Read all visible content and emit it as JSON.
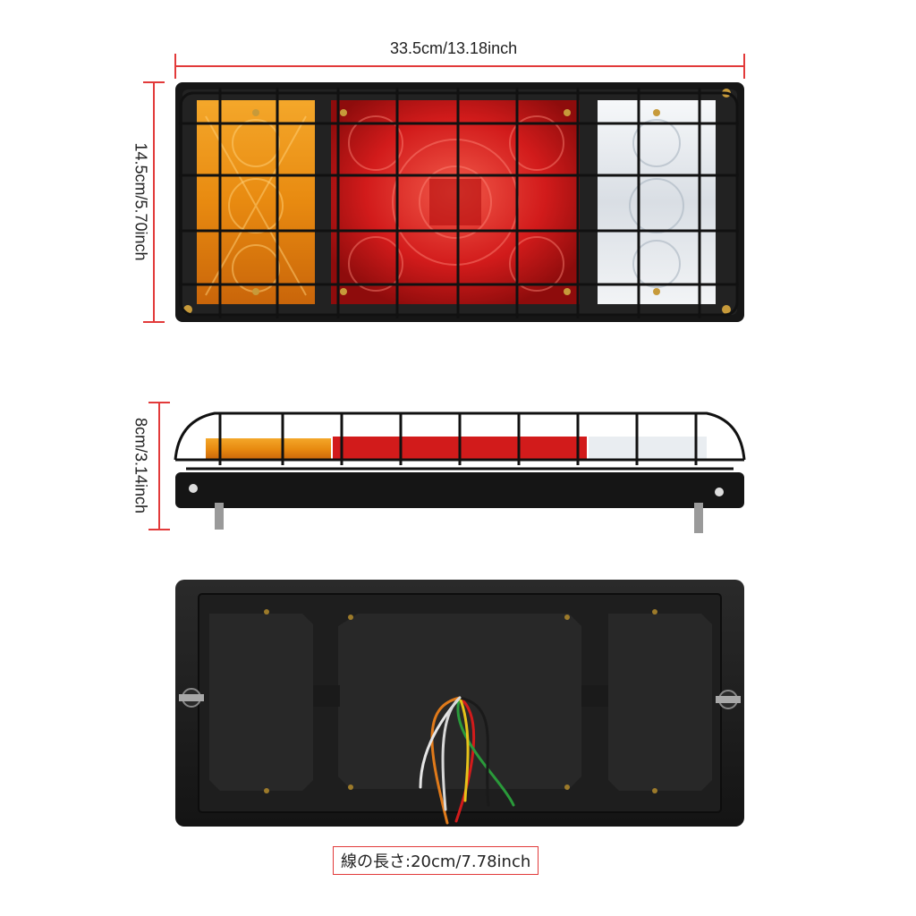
{
  "dimensions": {
    "width_label": "33.5cm/13.18inch",
    "height_label": "14.5cm/5.70inch",
    "depth_label": "8cm/3.14inch",
    "wire_label": "線の長さ:20cm/7.78inch"
  },
  "colors": {
    "dimension_line": "#e23a3a",
    "amber_lens": "#f0a020",
    "red_lens": "#d01818",
    "clear_lens": "#e8ecf0",
    "housing": "#1a1a1a"
  },
  "views": [
    "front-view",
    "side-view",
    "back-view"
  ]
}
